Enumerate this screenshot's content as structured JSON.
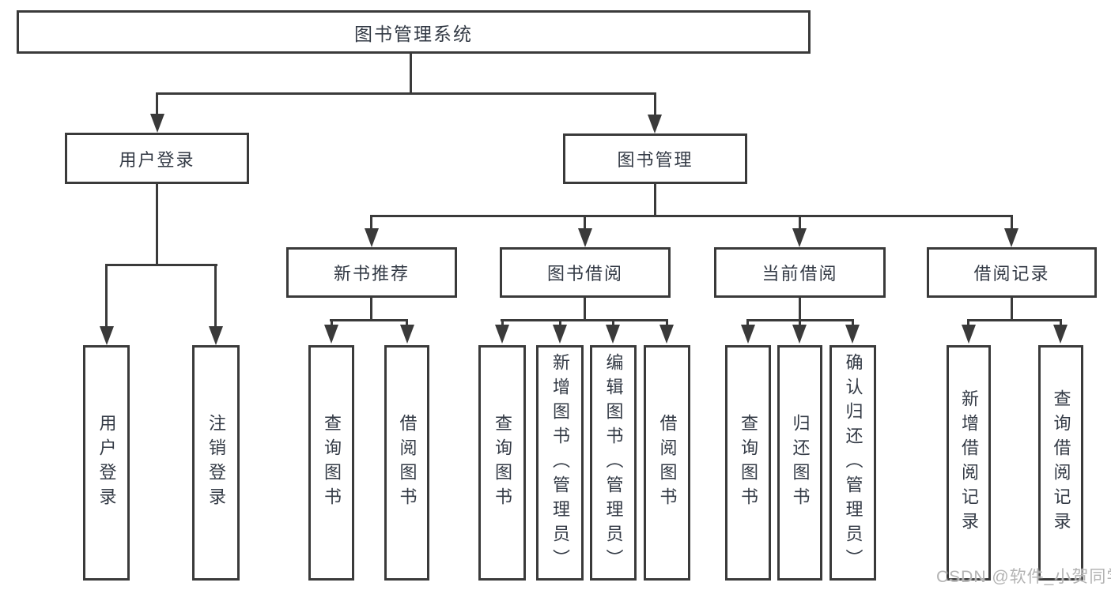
{
  "diagram_title": "图书管理系统",
  "nodes": {
    "root": {
      "label": "图书管理系统"
    },
    "user_login": {
      "label": "用户登录"
    },
    "book_mgmt": {
      "label": "图书管理"
    },
    "new_book_rec": {
      "label": "新书推荐"
    },
    "book_borrow": {
      "label": "图书借阅"
    },
    "current_borrow": {
      "label": "当前借阅"
    },
    "borrow_record": {
      "label": "借阅记录"
    },
    "leaf_user_login": {
      "label": "用户登录"
    },
    "leaf_logout": {
      "label": "注销登录"
    },
    "rec_query_book": {
      "label": "查询图书"
    },
    "rec_borrow_book": {
      "label": "借阅图书"
    },
    "bb_query_book": {
      "label": "查询图书"
    },
    "bb_add_book": {
      "label": "新增图书（管理员）"
    },
    "bb_edit_book": {
      "label": "编辑图书（管理员）"
    },
    "bb_borrow_book": {
      "label": "借阅图书"
    },
    "cb_query_book": {
      "label": "查询图书"
    },
    "cb_return_book": {
      "label": "归还图书"
    },
    "cb_confirm_return": {
      "label": "确认归还（管理员）"
    },
    "br_add_record": {
      "label": "新增借阅记录"
    },
    "br_query_record": {
      "label": "查询借阅记录"
    }
  },
  "hierarchy": {
    "图书管理系统": [
      "用户登录",
      "图书管理"
    ],
    "用户登录": [
      "用户登录",
      "注销登录"
    ],
    "图书管理": [
      "新书推荐",
      "图书借阅",
      "当前借阅",
      "借阅记录"
    ],
    "新书推荐": [
      "查询图书",
      "借阅图书"
    ],
    "图书借阅": [
      "查询图书",
      "新增图书（管理员）",
      "编辑图书（管理员）",
      "借阅图书"
    ],
    "当前借阅": [
      "查询图书",
      "归还图书",
      "确认归还（管理员）"
    ],
    "借阅记录": [
      "新增借阅记录",
      "查询借阅记录"
    ]
  },
  "watermark": {
    "text": "CSDN @软件_小贺同学",
    "color": "#b3b3b3"
  },
  "colors": {
    "line": "#3a3a3a",
    "text": "#333a45",
    "box_background": "#ffffff",
    "page_background": "#ffffff"
  }
}
